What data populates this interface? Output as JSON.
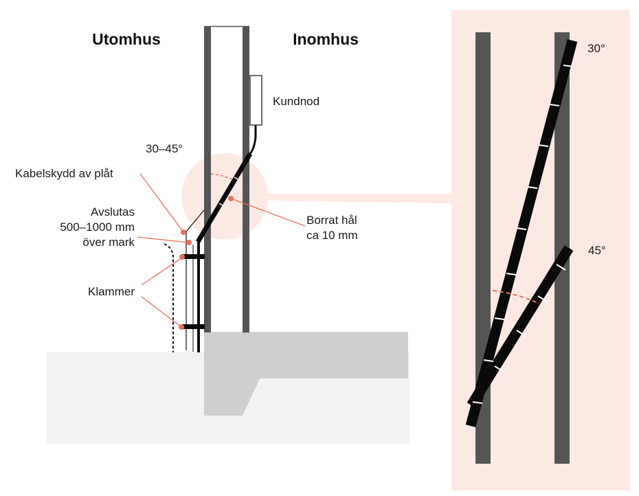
{
  "headings": {
    "outdoor": "Utomhus",
    "indoor": "Inomhus"
  },
  "labels": {
    "customer_node": "Kundnod",
    "angle_range": "30–45°",
    "cable_guard": "Kabelskydd av plåt",
    "end_height": [
      "Avslutas",
      "500–1000 mm",
      "över mark"
    ],
    "clamps": "Klammer",
    "drilled_hole": [
      "Borrat hål",
      "ca 10 mm"
    ]
  },
  "detail": {
    "angle_low": "30°",
    "angle_high": "45°"
  },
  "colors": {
    "accent": "#e8705a",
    "highlight": "#fde9e4",
    "wall": "#555555",
    "cable": "#0a0a0a",
    "foundation": "#cfcfcf",
    "ground": "#f2f2f1"
  }
}
